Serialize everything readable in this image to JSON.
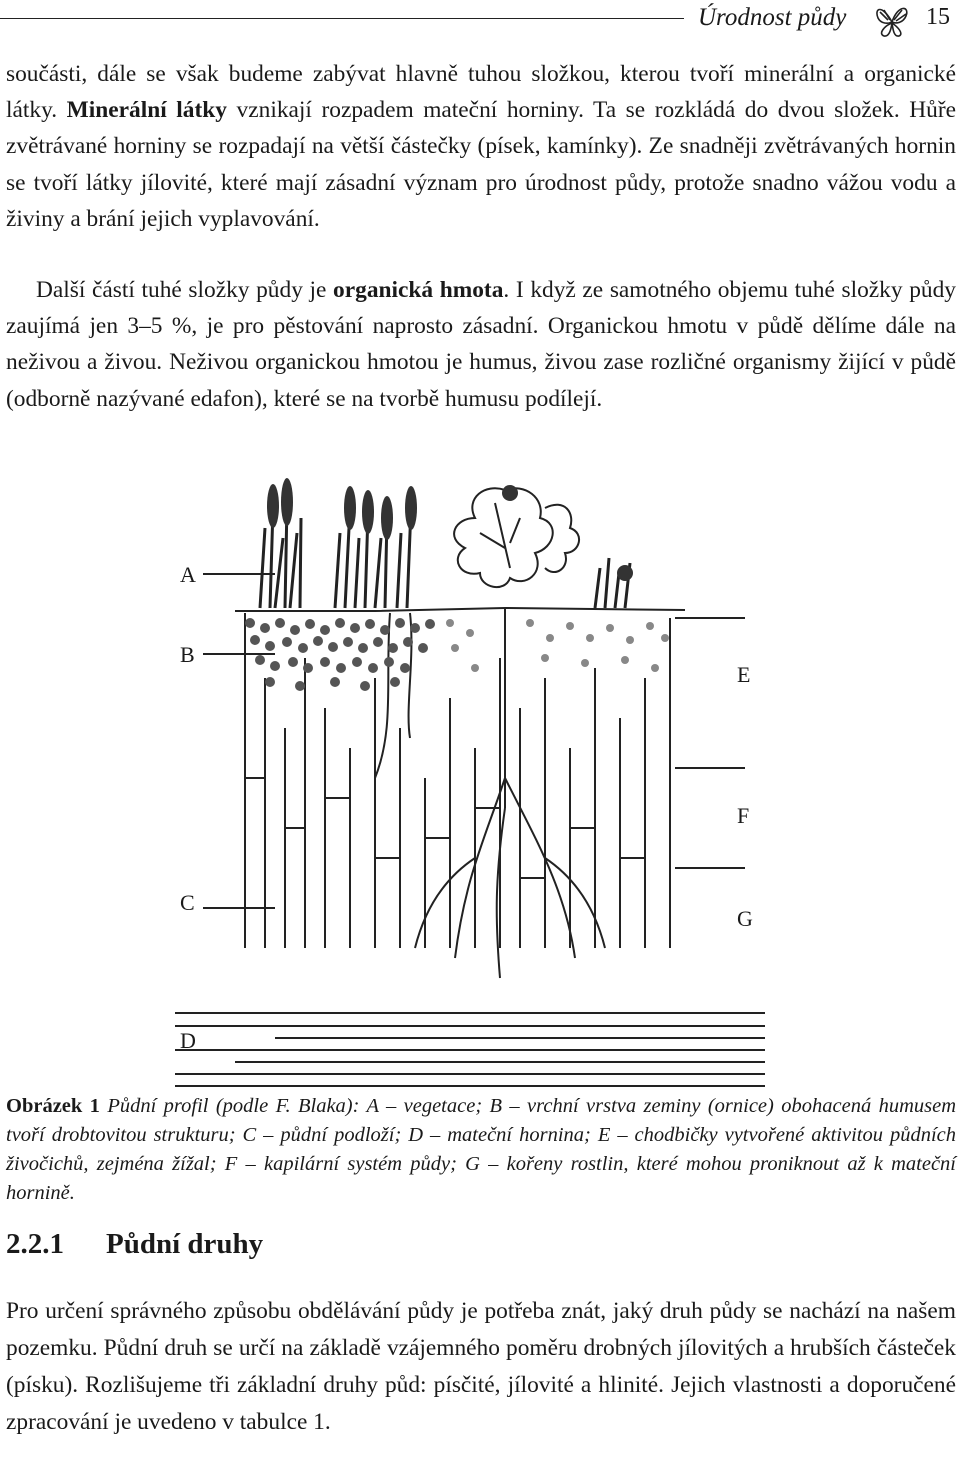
{
  "header": {
    "title": "Úrodnost půdy",
    "page_number": "15",
    "icon": "butterfly-icon"
  },
  "paragraph1": {
    "t1": "součásti, dále se však budeme zabývat hlavně tuhou složkou, kterou tvoří minerál­ní a organické látky. ",
    "b1": "Minerální látky",
    "t2": " vznikají rozpadem mateční horniny. Ta se rozkládá do dvou složek. Hůře zvětrávané horniny se rozpadají na větší částečky (písek, kamínky). Ze snadněji zvětrávaných hornin se tvoří látky jílovité, které mají zásadní význam pro úrodnost půdy, protože snadno vážou vodu a živiny a brání jejich vyplavování."
  },
  "paragraph2": {
    "t1": "Další částí tuhé složky půdy je ",
    "b1": "organická hmota",
    "t2": ". I když ze samotného objemu tuhé složky půdy zaujímá jen 3–5 %, je pro pěstování naprosto zásadní. Organic­kou hmotu v půdě dělíme dále na neživou a živou. Neživou organickou hmotou je humus, živou zase rozličné organismy žijící v půdě (odborně nazývané edafon), které se na tvorbě humusu podílejí."
  },
  "figure": {
    "labels": {
      "a": "A",
      "b": "B",
      "c": "C",
      "d": "D",
      "e": "E",
      "f": "F",
      "g": "G"
    }
  },
  "caption": {
    "label": "Obrázek 1",
    "text": " Půdní profil (podle F. Blaka): A – vegetace; B – vrchní vrstva zeminy (ornice) obohacená humusem tvoří drobtovitou strukturu; C – půdní podloží; D – mateční hornina; E – chodbičky vytvořené aktivitou půdních živočichů, zejména žížal; F – kapilární systém půdy; G – kořeny rostlin, které mohou proniknout až k mateční hornině."
  },
  "section": {
    "number": "2.2.1",
    "title": "Půdní druhy"
  },
  "paragraph3": "Pro určení správného způsobu obdělávání půdy je potřeba znát, jaký druh půdy se nachází na našem pozemku. Půdní druh se určí na základě vzájemného pomě­ru drobných jílovitých a hrubších částeček (písku). Rozlišujeme tři základní druhy půd: písčité, jílovité a hlinité. Jejich vlastnosti a doporučené zpracování je uvedeno v tabulce 1."
}
